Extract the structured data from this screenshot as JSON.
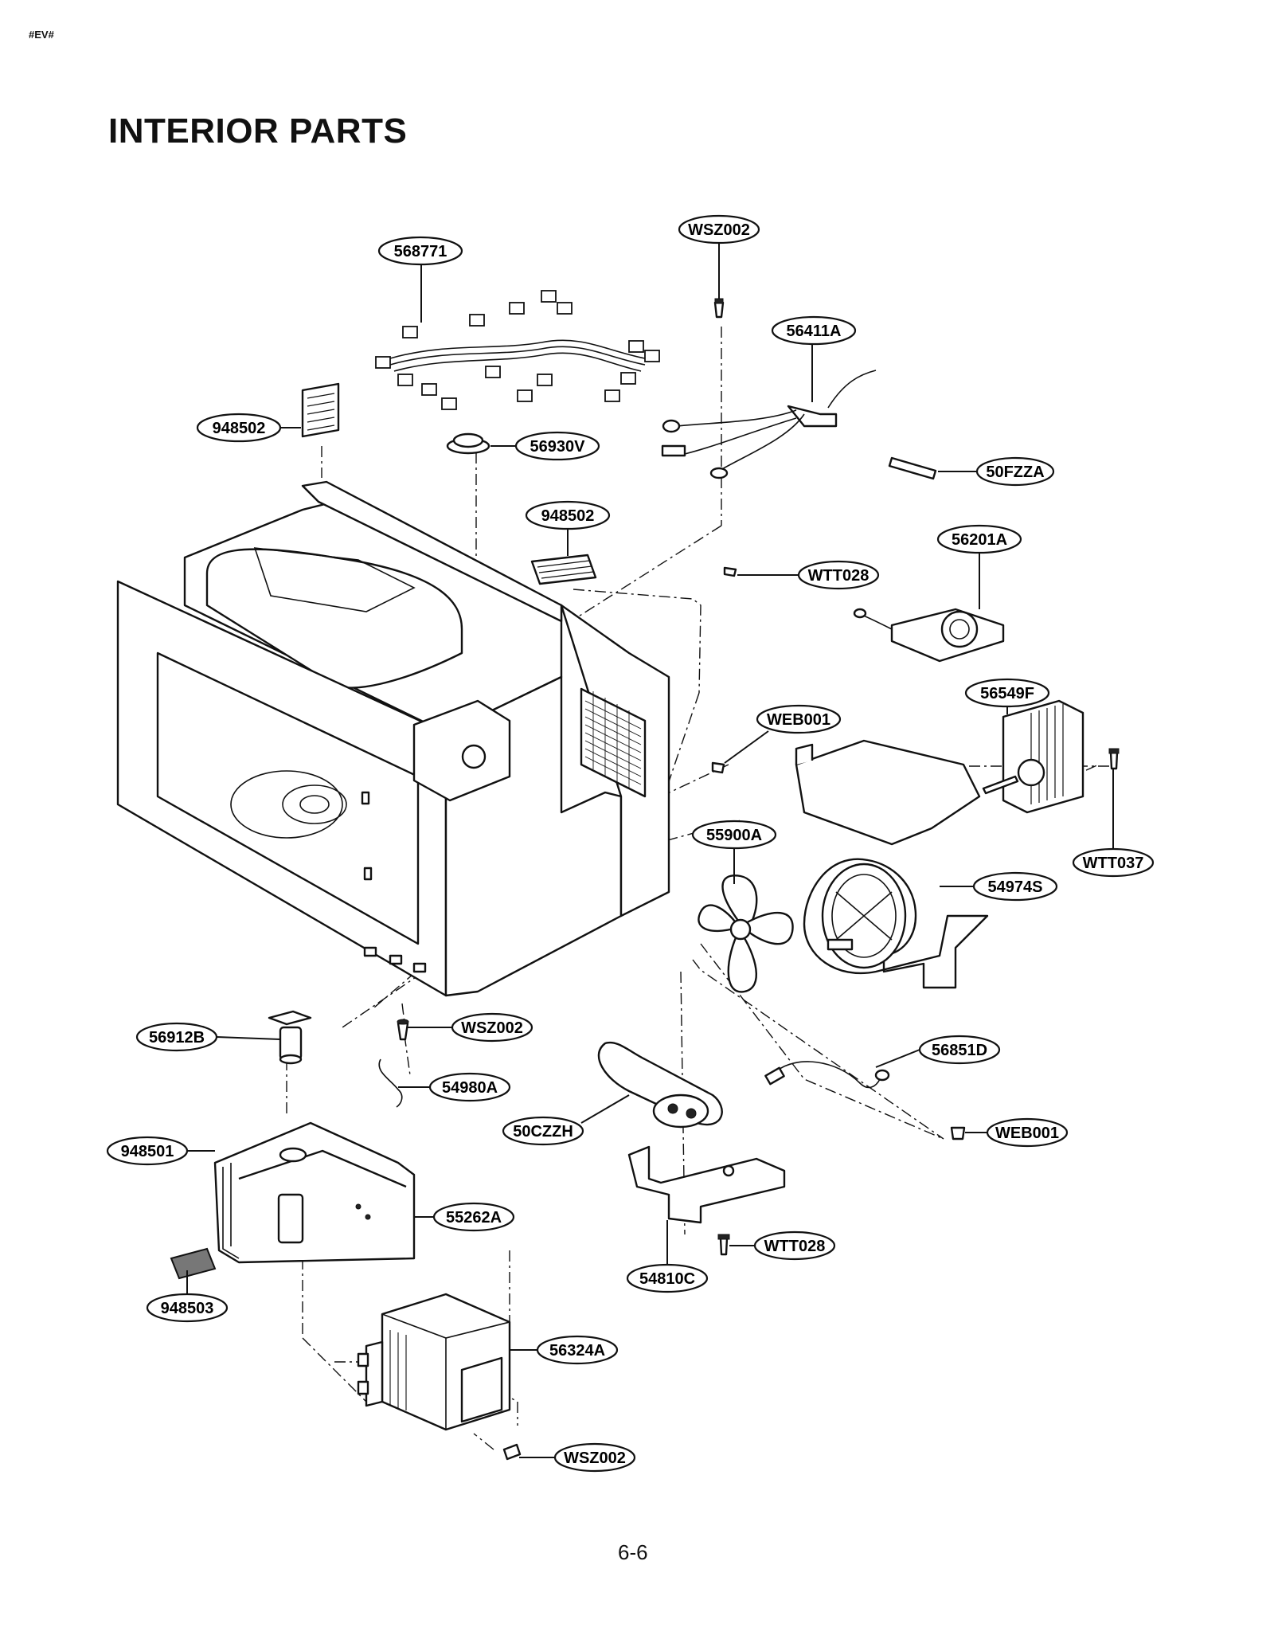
{
  "header_code": "#EV#",
  "title": "INTERIOR PARTS",
  "page_number": "6-6",
  "callouts": {
    "c568771": "568771",
    "cWSZ002_top": "WSZ002",
    "c56411A": "56411A",
    "c948502_left": "948502",
    "c56930V": "56930V",
    "c50FZZA": "50FZZA",
    "c948502_mid": "948502",
    "c56201A": "56201A",
    "cWTT028_top": "WTT028",
    "c56549F": "56549F",
    "cWEB001_top": "WEB001",
    "c55900A": "55900A",
    "cWTT037": "WTT037",
    "c54974S": "54974S",
    "c56912B": "56912B",
    "cWSZ002_mid": "WSZ002",
    "c54980A": "54980A",
    "c56851D": "56851D",
    "c948501": "948501",
    "c50CZZH": "50CZZH",
    "cWEB001_bot": "WEB001",
    "c55262A": "55262A",
    "cWTT028_bot": "WTT028",
    "c948503": "948503",
    "c54810C": "54810C",
    "c56324A": "56324A",
    "cWSZ002_bot": "WSZ002"
  }
}
